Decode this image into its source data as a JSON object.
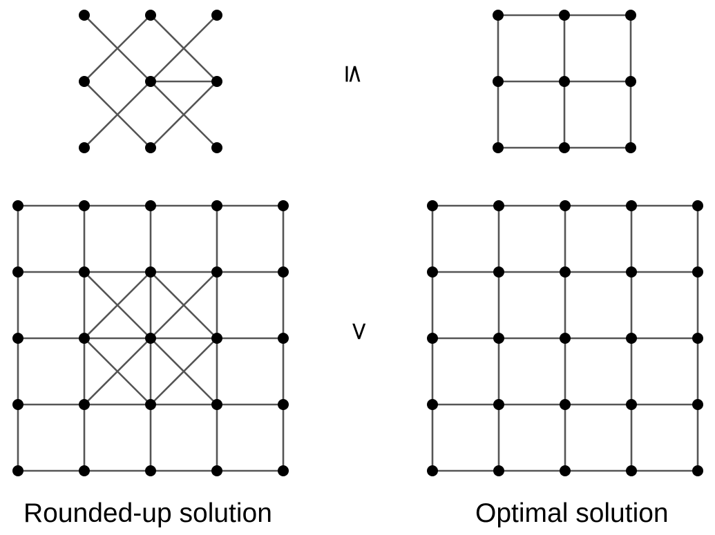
{
  "labels": {
    "left": "Rounded-up solution",
    "right": "Optimal solution"
  },
  "relations": {
    "top": "≤",
    "bottom": ">"
  },
  "colors": {
    "edge": "#555555",
    "node": "#000000",
    "background": "#ffffff"
  },
  "graphs": [
    {
      "name": "top-left-graph",
      "rows": 3,
      "cols": 3,
      "edges": [
        [
          0,
          4
        ],
        [
          4,
          8
        ],
        [
          2,
          4
        ],
        [
          4,
          6
        ],
        [
          1,
          3
        ],
        [
          3,
          7
        ],
        [
          1,
          5
        ],
        [
          5,
          7
        ],
        [
          4,
          5
        ]
      ]
    },
    {
      "name": "top-right-graph",
      "rows": 3,
      "cols": 3,
      "edges": [
        [
          0,
          1
        ],
        [
          1,
          2
        ],
        [
          3,
          4
        ],
        [
          4,
          5
        ],
        [
          6,
          7
        ],
        [
          7,
          8
        ],
        [
          0,
          3
        ],
        [
          3,
          6
        ],
        [
          1,
          4
        ],
        [
          4,
          7
        ],
        [
          2,
          5
        ],
        [
          5,
          8
        ]
      ]
    },
    {
      "name": "bottom-left-graph",
      "rows": 5,
      "cols": 5,
      "grid": true,
      "extra_edges": [
        [
          6,
          12
        ],
        [
          12,
          18
        ],
        [
          8,
          12
        ],
        [
          12,
          16
        ],
        [
          7,
          11
        ],
        [
          11,
          17
        ],
        [
          7,
          13
        ],
        [
          13,
          17
        ]
      ]
    },
    {
      "name": "bottom-right-graph",
      "rows": 5,
      "cols": 5,
      "grid": true,
      "extra_edges": []
    }
  ]
}
